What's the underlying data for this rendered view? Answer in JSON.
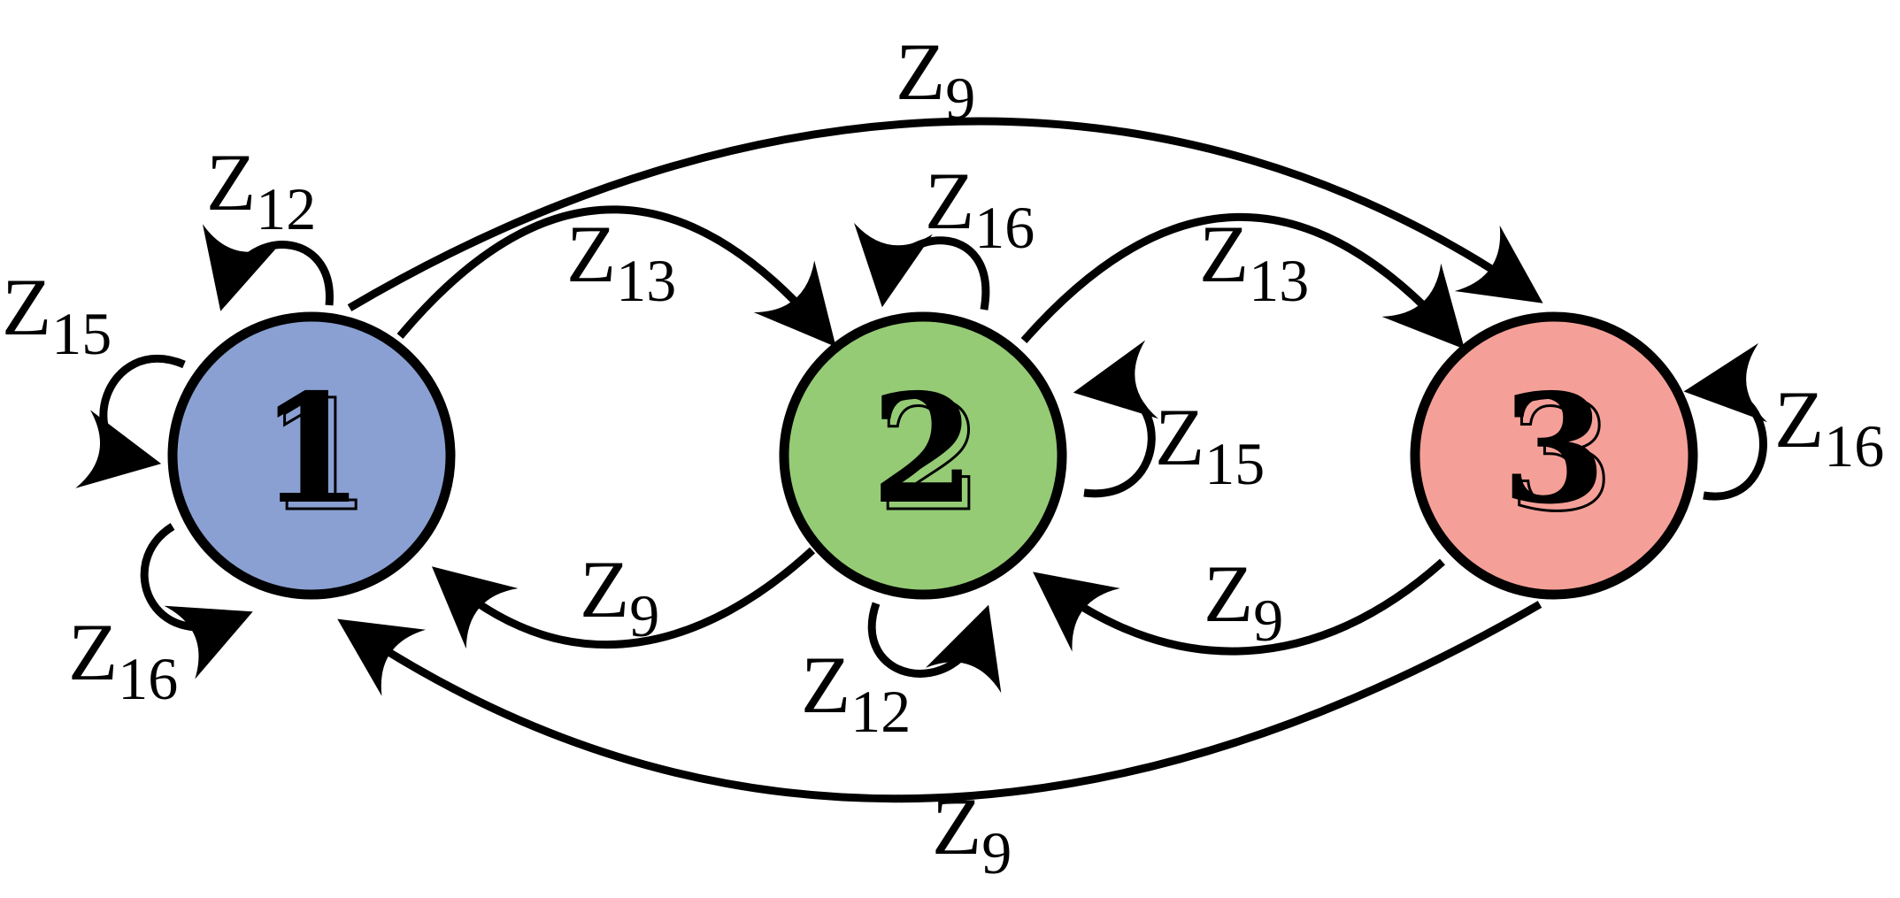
{
  "nodes": [
    {
      "id": "1",
      "label": "1",
      "color": "#8aa0d2"
    },
    {
      "id": "2",
      "label": "2",
      "color": "#95cb75"
    },
    {
      "id": "3",
      "label": "3",
      "color": "#f4a098"
    }
  ],
  "edges": [
    {
      "from": "1",
      "to": "3",
      "main": "Z",
      "sub": "9"
    },
    {
      "from": "1",
      "to": "2",
      "main": "Z",
      "sub": "13"
    },
    {
      "from": "2",
      "to": "3",
      "main": "Z",
      "sub": "13"
    },
    {
      "from": "2",
      "to": "1",
      "main": "Z",
      "sub": "9"
    },
    {
      "from": "3",
      "to": "2",
      "main": "Z",
      "sub": "9"
    },
    {
      "from": "3",
      "to": "1",
      "main": "Z",
      "sub": "9"
    },
    {
      "from": "1",
      "to": "1",
      "main": "Z",
      "sub": "12"
    },
    {
      "from": "1",
      "to": "1",
      "main": "Z",
      "sub": "15"
    },
    {
      "from": "1",
      "to": "1",
      "main": "Z",
      "sub": "16"
    },
    {
      "from": "2",
      "to": "2",
      "main": "Z",
      "sub": "16"
    },
    {
      "from": "2",
      "to": "2",
      "main": "Z",
      "sub": "15"
    },
    {
      "from": "2",
      "to": "2",
      "main": "Z",
      "sub": "12"
    },
    {
      "from": "3",
      "to": "3",
      "main": "Z",
      "sub": "16"
    }
  ]
}
